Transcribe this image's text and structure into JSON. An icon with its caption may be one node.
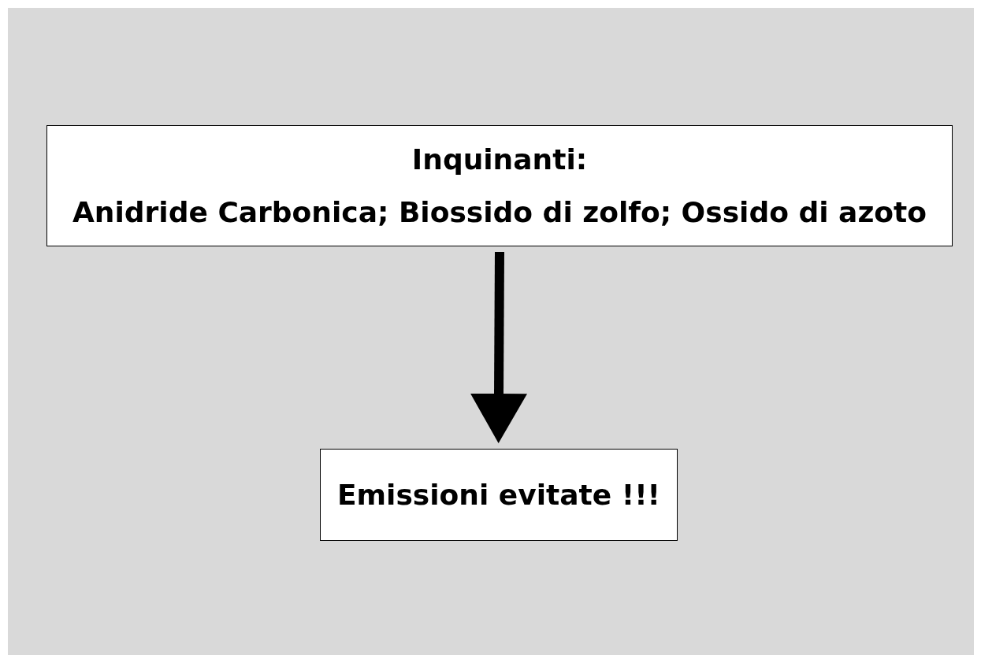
{
  "diagram": {
    "nodes": [
      {
        "text": [
          "Inquinanti:",
          "Anidride Carbonica; Biossido di zolfo; Ossido di azoto"
        ]
      },
      {
        "text": [
          "Emissioni evitate !!!"
        ]
      }
    ],
    "edges": [
      {
        "from": 0,
        "to": 1,
        "arrow": "to"
      }
    ]
  }
}
